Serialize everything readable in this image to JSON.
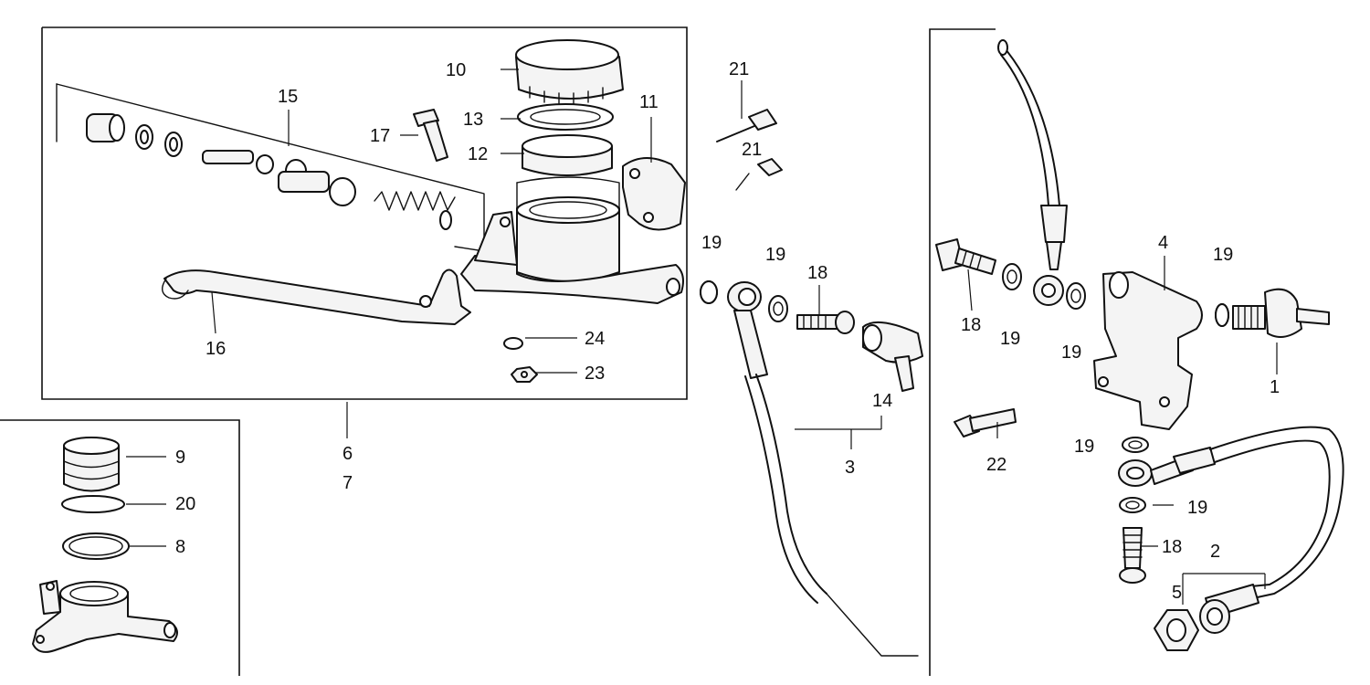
{
  "diagram": {
    "labels": {
      "l1": "1",
      "l2": "2",
      "l3": "3",
      "l4": "4",
      "l5": "5",
      "l6": "6",
      "l7": "7",
      "l8": "8",
      "l9": "9",
      "l10": "10",
      "l11": "11",
      "l12": "12",
      "l13": "13",
      "l14": "14",
      "l15": "15",
      "l16": "16",
      "l17": "17",
      "l18a": "18",
      "l18b": "18",
      "l18c": "18",
      "l19a": "19",
      "l19b": "19",
      "l19c": "19",
      "l19d": "19",
      "l19e": "19",
      "l19f": "19",
      "l19g": "19",
      "l20": "20",
      "l21a": "21",
      "l21b": "21",
      "l22": "22",
      "l23": "23",
      "l24": "24"
    }
  }
}
